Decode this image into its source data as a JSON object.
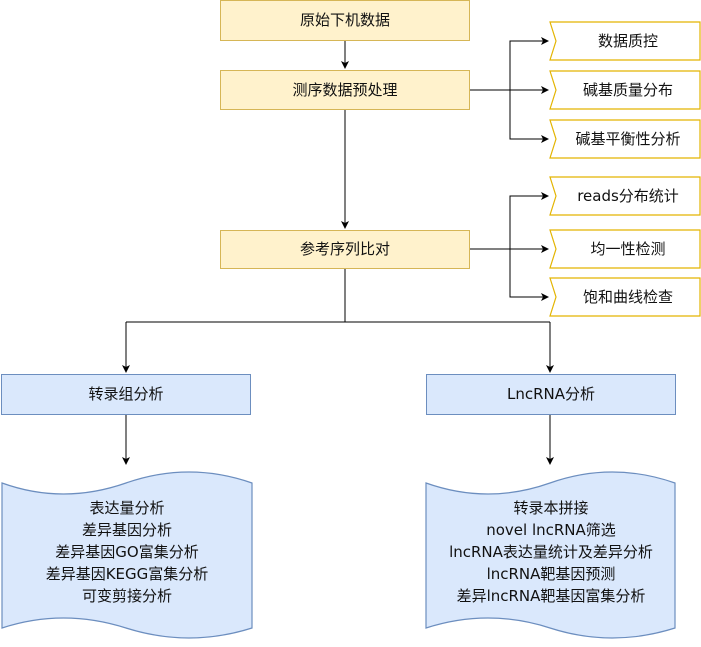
{
  "nodes": {
    "raw_data": "原始下机数据",
    "preprocess": "测序数据预处理",
    "qc": "数据质控",
    "base_quality": "碱基质量分布",
    "base_balance": "碱基平衡性分析",
    "alignment": "参考序列比对",
    "reads_dist": "reads分布统计",
    "uniformity": "均一性检测",
    "saturation": "饱和曲线检查",
    "transcriptome": "转录组分析",
    "lncrna": "LncRNA分析"
  },
  "transcriptome_items": [
    "表达量分析",
    "差异基因分析",
    "差异基因GO富集分析",
    "差异基因KEGG富集分析",
    "可变剪接分析"
  ],
  "lncrna_items": [
    "转录本拼接",
    "novel lncRNA筛选",
    "lncRNA表达量统计及差异分析",
    "lncRNA靶基因预测",
    "差异lncRNA靶基因富集分析"
  ],
  "colors": {
    "yellow_fill": "#fff2cc",
    "yellow_stroke": "#d6b656",
    "blue_fill": "#dae8fc",
    "blue_stroke": "#6c8ebf",
    "line": "#000000"
  }
}
